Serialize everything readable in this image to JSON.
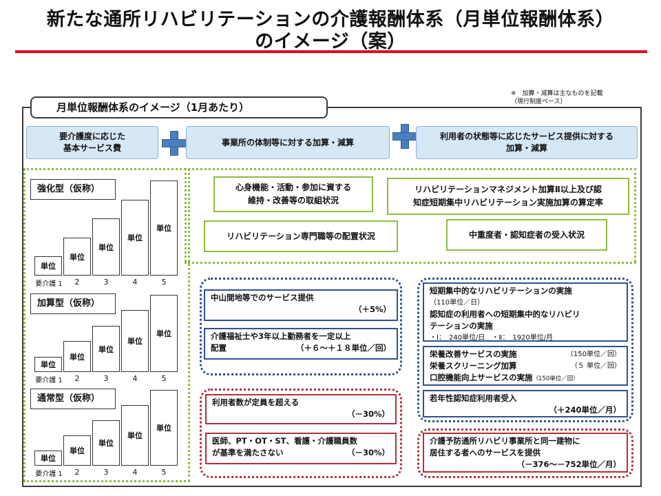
{
  "title": {
    "line1": "新たな通所リハビリテーションの介護報酬体系（月単位報酬体系）",
    "line2": "のイメージ（案）"
  },
  "note": {
    "line1": "※　加算・減算は主なものを記載",
    "line2": "（現行制度ベース）"
  },
  "frame_label": "月単位報酬体系のイメージ（1月あたり）",
  "components": {
    "basic_line1": "要介護度に応じた",
    "basic_line2": "基本サービス費",
    "facility": "事業所の体制等に対する加算・減算",
    "user_line1": "利用者の状態等に応じたサービス提供に対する",
    "user_line2": "加算・減算"
  },
  "green_boxes": {
    "b1_line1": "心身機能・活動・参加に資する",
    "b1_line2": "維持・改善等の取組状況",
    "b2_line1": "リハビリテーションマネジメント加算Ⅱ以上及び認",
    "b2_line2": "知症短期集中リハビリテーション実施加算の算定率",
    "b3": "リハビリテーション専門職等の配置状況",
    "b4": "中重度者・認知症者の受入状況"
  },
  "types": [
    {
      "label": "強化型（仮称）"
    },
    {
      "label": "加算型（仮称）"
    },
    {
      "label": "通常型（仮称）"
    }
  ],
  "bar_label": "単位",
  "care_levels": [
    "要介護 1",
    "2",
    "3",
    "4",
    "5"
  ],
  "chart_data": [
    {
      "type": "bar",
      "title": "強化型（仮称）",
      "categories": [
        "要介護 1",
        "2",
        "3",
        "4",
        "5"
      ],
      "values": [
        1,
        2,
        3,
        4,
        5
      ]
    },
    {
      "type": "bar",
      "title": "加算型（仮称）",
      "categories": [
        "要介護 1",
        "2",
        "3",
        "4",
        "5"
      ],
      "values": [
        1,
        2,
        3,
        4,
        5
      ]
    },
    {
      "type": "bar",
      "title": "通常型（仮称）",
      "categories": [
        "要介護 1",
        "2",
        "3",
        "4",
        "5"
      ],
      "values": [
        1,
        2,
        3,
        4,
        5
      ]
    }
  ],
  "facility_additions": {
    "mountain": "中山間地等でのサービス提供",
    "mountain_value": "（＋5%）",
    "welfare_line1": "介護福祉士や3年以上勤務者を一定以上",
    "welfare_line2": "配置",
    "welfare_value": "（＋６～＋１８単位／回）"
  },
  "facility_reductions": {
    "over_capacity": "利用者数が定員を超える",
    "over_capacity_value": "（－30%）",
    "staff_line1": "医師、PT・OT・ST、看護・介護職員数",
    "staff_line2": "が基準を満たさない",
    "staff_value": "（－30%）"
  },
  "user_additions": {
    "short_term": "短期集中的なリハビリテーションの実施",
    "short_term_value": "（110単位／日）",
    "dementia_line1": "認知症の利用者への短期集中的なリハビリ",
    "dementia_line2": "テーションの実施",
    "dementia_value": "・Ⅰ：　240単位/日　・Ⅱ：　1920単位/月",
    "nutrition": "栄養改善サービスの実施",
    "nutrition_value": "（150単位／回）",
    "screening": "栄養スクリーニング加算",
    "screening_value": "（５ 単位／回）",
    "oral": "口腔機能向上サービスの実施",
    "oral_value": "（150単位／回）",
    "young": "若年性認知症利用者受入",
    "young_value": "（＋240単位／月）"
  },
  "user_reductions": {
    "line1": "介護予防通所リハビリ事業所と同一建物に",
    "line2": "居住する者へのサービスを提供",
    "value": "（－376～－752単位／月）"
  },
  "colors": {
    "rule": "#e3001b",
    "blue_fill": "#d6e7f5",
    "plus": "#4a7fbf",
    "green": "#8fbc3f",
    "navy": "#2f4f8f",
    "red": "#b0303a"
  }
}
